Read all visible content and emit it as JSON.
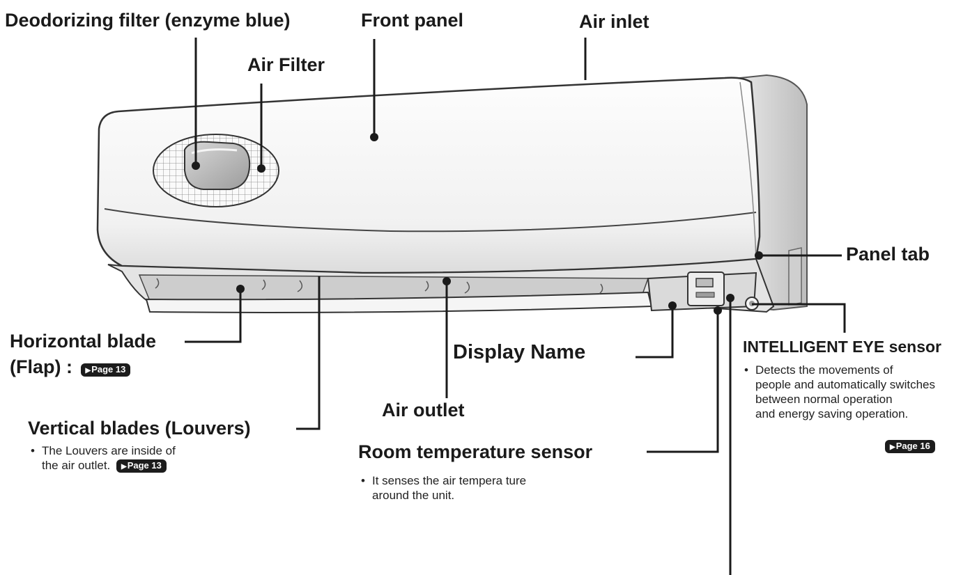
{
  "labels": {
    "deodorizing_filter": "Deodorizing filter (enzyme blue)",
    "front_panel": "Front panel",
    "air_inlet": "Air inlet",
    "air_filter": "Air Filter",
    "panel_tab": "Panel tab",
    "horizontal_blade_line1": "Horizontal blade",
    "horizontal_blade_line2": "(Flap) :",
    "display_name": "Display Name",
    "intelligent_eye": "INTELLIGENT EYE sensor",
    "air_outlet": "Air outlet",
    "vertical_blades": "Vertical blades (Louvers)",
    "room_temp_sensor": "Room temperature sensor"
  },
  "notes": {
    "intelligent_eye": [
      "Detects the movements of",
      "people and automatically switches",
      "between normal operation",
      "and energy saving operation."
    ],
    "vertical_blades": [
      "The Louvers are inside of",
      "the air outlet."
    ],
    "room_temp_sensor": [
      "It senses the air tempera ture",
      "around the unit."
    ]
  },
  "page_refs": {
    "flap": "Page 13",
    "louvers": "Page 13",
    "intelligent_eye": "Page 16"
  },
  "bullet": "•",
  "colors": {
    "line": "#1a1a1a",
    "unit_body": "#f7f7f7",
    "unit_shadow": "#c9c9c9",
    "badge": "#1c1c1c"
  }
}
